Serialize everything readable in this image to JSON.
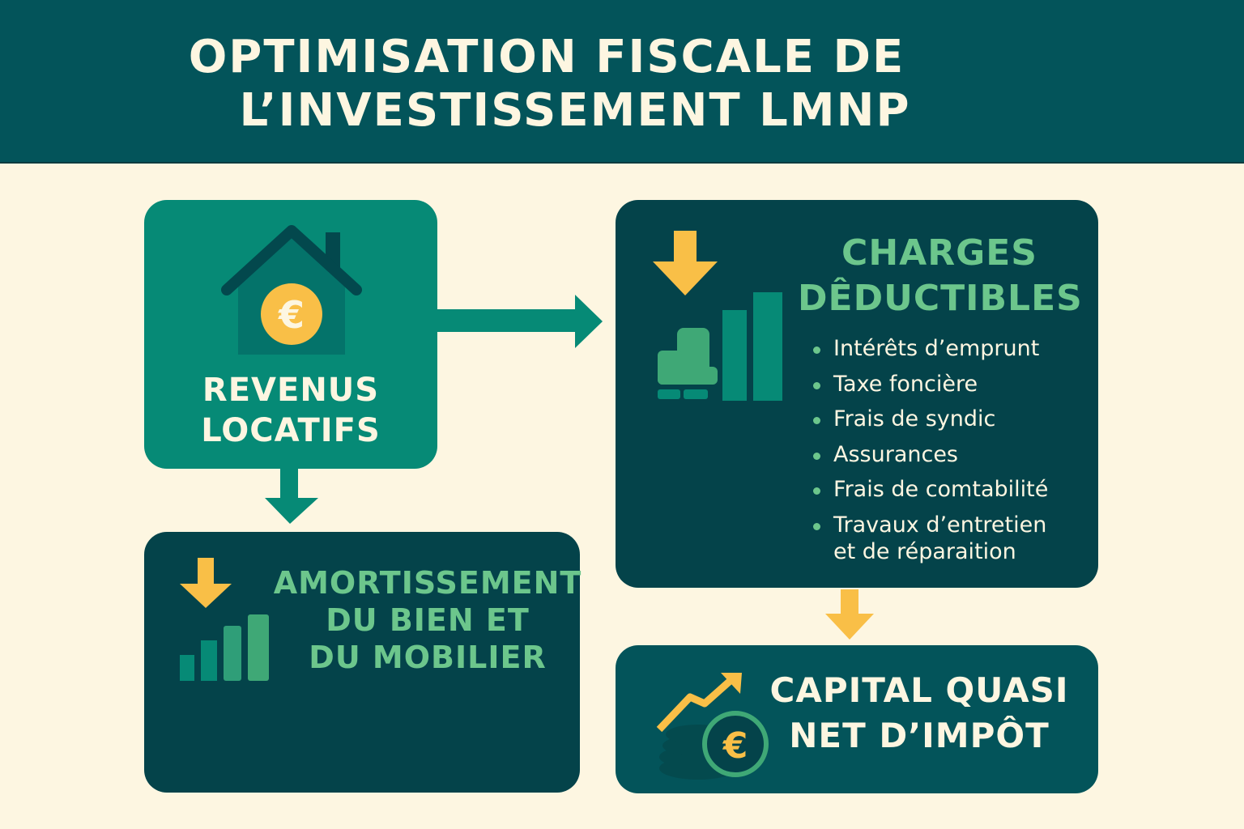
{
  "header": {
    "title_line1": "OPTIMISATION FISCALE DE",
    "title_line2": "L’INVESTISSEMENT LMNP"
  },
  "nodes": {
    "revenus": {
      "label_line1": "REVENUS",
      "label_line2": "LOCATIFS",
      "icon": "house-euro-icon"
    },
    "charges": {
      "title_line1": "CHARGES",
      "title_line2": "DÊDUCTIBLES",
      "icon": "armchair-bar-chart-down-arrow-icon",
      "items": [
        "Intérêts d’emprunt",
        "Taxe foncière",
        "Frais de syndic",
        "Assurances",
        "Frais de comtabilité",
        "Travaux d’entretien"
      ],
      "item_6_continuation": "et de réparaition"
    },
    "amortissement": {
      "title_line1": "AMORTISSEMENT",
      "title_line2": "DU BIEN ET",
      "title_line3": "DU MOBILIER",
      "icon": "bar-chart-down-arrow-icon"
    },
    "capital": {
      "title_line1": "CAPITAL QUASI",
      "title_line2": "NET D’IMPÔT",
      "icon": "coins-euro-trend-up-icon"
    }
  },
  "edges": [
    {
      "from": "revenus",
      "to": "charges",
      "color": "#068a76"
    },
    {
      "from": "revenus",
      "to": "amortissement",
      "color": "#068a76"
    },
    {
      "from": "charges",
      "to": "capital",
      "color": "#f9bf47"
    }
  ],
  "colors": {
    "background": "#fdf6e1",
    "header": "#03545a",
    "teal": "#068a76",
    "dark_teal": "#04434a",
    "green_text": "#6cc68c",
    "accent_yellow": "#f9bf47"
  }
}
